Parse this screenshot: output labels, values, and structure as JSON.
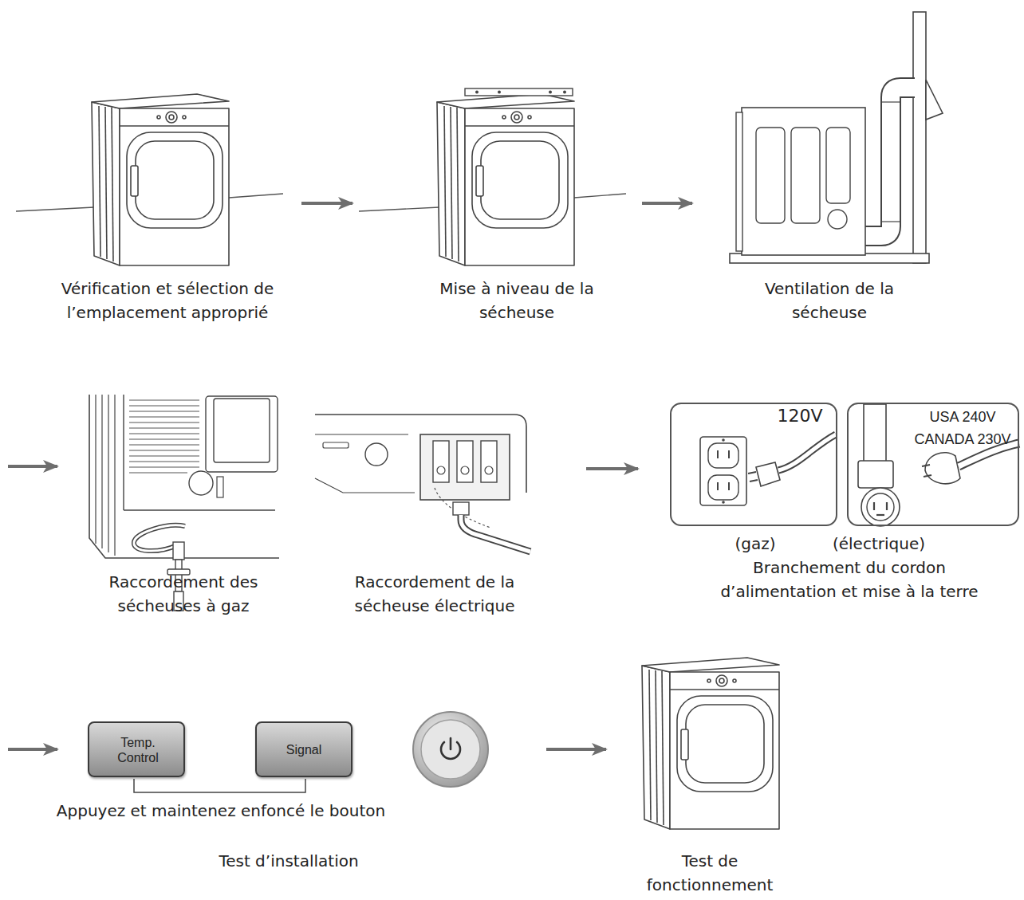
{
  "diagram": {
    "nodes": [
      {
        "text": [
          "Vérification et sélection de l’emplacement approprié"
        ]
      },
      {
        "text": [
          "Mise à niveau de la sécheuse"
        ]
      },
      {
        "text": [
          "Ventilation de la sécheuse"
        ]
      },
      {
        "text": [
          "Raccordement des sécheuses à gaz"
        ]
      },
      {
        "text": [
          "Raccordement de la sécheuse électrique"
        ]
      },
      {
        "text": [
          "Branchement du cordon d’alimentation et mise à la terre"
        ]
      },
      {
        "text": [
          "120V",
          "(gaz)"
        ],
        "in": 5
      },
      {
        "text": [
          "USA 240V CANADA 230V",
          "(électrique)"
        ],
        "in": 5
      },
      {
        "text": [
          "Appuyez et maintenez enfoncé le bouton",
          "Test d’installation"
        ]
      },
      {
        "text": [
          "Temp. Control"
        ],
        "in": 8
      },
      {
        "text": [
          "Signal"
        ],
        "in": 8
      },
      {
        "text": [
          "Test de fonctionnement"
        ]
      }
    ],
    "edges": [
      {
        "from": 0,
        "to": 1,
        "arrow": "to"
      },
      {
        "from": 1,
        "to": 2,
        "arrow": "to"
      },
      {
        "from": 2,
        "to": 3,
        "arrow": "to"
      },
      {
        "from": 4,
        "to": 5,
        "arrow": "to"
      },
      {
        "from": 5,
        "to": 8,
        "arrow": "to"
      },
      {
        "from": 8,
        "to": 11,
        "arrow": "to"
      }
    ]
  }
}
